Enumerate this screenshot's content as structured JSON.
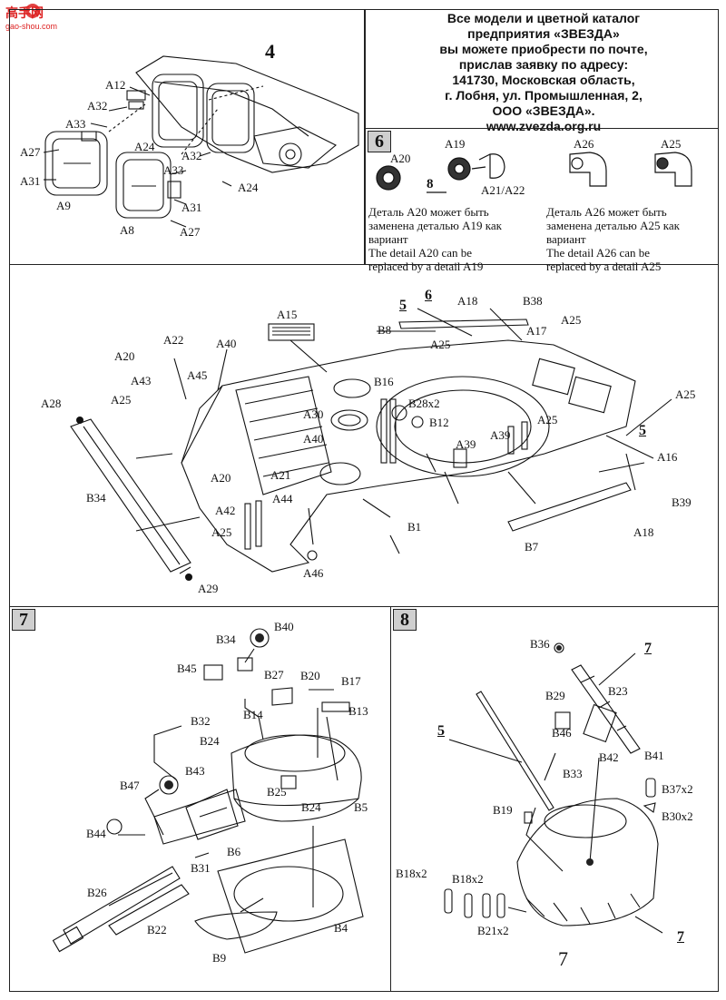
{
  "watermark": {
    "text": "高手网",
    "url": "gao-shou.com"
  },
  "info_block": {
    "lines": [
      "Все модели и цветной каталог",
      "предприятия «ЗВЕЗДА»",
      "вы можете приобрести по почте,",
      "прислав заявку по адресу:",
      "141730, Московская область,",
      "г. Лобня, ул. Промышленная, 2,",
      "ООО «ЗВЕЗДА».",
      "www.zvezda.org.ru"
    ]
  },
  "step4": {
    "number": "4",
    "labels": [
      "A12",
      "A32",
      "A33",
      "A24",
      "A27",
      "A31",
      "A9",
      "A8",
      "A32",
      "A33",
      "A24",
      "A31",
      "A27"
    ]
  },
  "step6": {
    "number": "6",
    "labels": [
      "A20",
      "A19",
      "8",
      "A21/A22",
      "A26",
      "A25"
    ],
    "note_left": [
      "Деталь A20 может быть",
      "заменена деталью A19 как",
      "вариант",
      "The detail A20 can be",
      "replaced by a detail A19"
    ],
    "note_right": [
      "Деталь A26 может быть",
      "заменена деталью A25 как",
      "вариант",
      "The detail A26 can be",
      "replaced by a detail A25"
    ]
  },
  "step5": {
    "labels": [
      "A15",
      "5",
      "6",
      "A18",
      "B38",
      "A25",
      "A17",
      "B8",
      "A22",
      "A20",
      "A40",
      "A25",
      "A43",
      "A45",
      "A25",
      "A28",
      "B16",
      "B28x2",
      "B12",
      "A30",
      "A39",
      "A39",
      "A25",
      "A25",
      "5",
      "A16",
      "A40",
      "A20",
      "A21",
      "B34",
      "A42",
      "A44",
      "A25",
      "B1",
      "B7",
      "A18",
      "B39",
      "A46",
      "A29"
    ]
  },
  "step7": {
    "number": "7",
    "labels": [
      "B40",
      "B34",
      "B45",
      "B27",
      "B20",
      "B17",
      "B32",
      "B14",
      "B13",
      "B24",
      "B43",
      "B47",
      "B25",
      "B24",
      "B5",
      "B44",
      "B6",
      "B31",
      "B26",
      "B22",
      "B4",
      "B9"
    ]
  },
  "step8": {
    "number": "8",
    "labels": [
      "B36",
      "7",
      "B23",
      "B29",
      "5",
      "B46",
      "B42",
      "B41",
      "B33",
      "B37x2",
      "B19",
      "B30x2",
      "B18x2",
      "B18x2",
      "B21x2",
      "7",
      "7"
    ]
  }
}
